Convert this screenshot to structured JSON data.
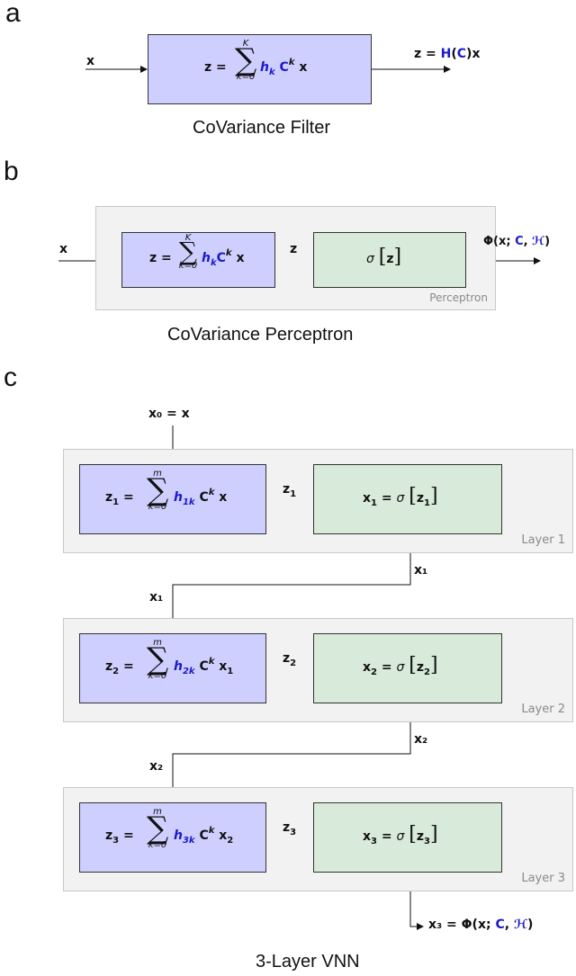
{
  "panels": {
    "a": {
      "letter": "a",
      "input": "x",
      "filter_eq": {
        "lhs": "z =",
        "sum_upper": "K",
        "sum_lower": "k=0",
        "coef": "h",
        "coef_sub": "k",
        "op": "C",
        "op_sup": "k",
        "var": "x"
      },
      "output": {
        "lhs": "z =",
        "H": "H",
        "C": "C",
        "x": "x"
      },
      "caption": "CoVariance Filter"
    },
    "b": {
      "letter": "b",
      "input": "x",
      "filter_eq": {
        "lhs": "z =",
        "sum_upper": "K",
        "sum_lower": "k=0",
        "coef": "h",
        "coef_sub": "k",
        "op": "C",
        "op_sup": "k",
        "var": "x"
      },
      "mid_signal": "z",
      "activation": {
        "sigma": "σ",
        "arg": "z"
      },
      "output": {
        "phi": "Φ(x;",
        "C": "C",
        "H": "ℋ",
        "close": ")"
      },
      "box_label": "Perceptron",
      "caption": "CoVariance Perceptron"
    },
    "c": {
      "letter": "c",
      "input": "x₀ = x",
      "layers": [
        {
          "label": "Layer 1",
          "z": "z",
          "idx": "1",
          "sum_upper": "m",
          "sum_lower": "k=0",
          "coef_sub": "1k",
          "in_var": "x",
          "in_sub": "",
          "x_out": "x",
          "z_sig": "z"
        },
        {
          "label": "Layer 2",
          "z": "z",
          "idx": "2",
          "sum_upper": "m",
          "sum_lower": "k=0",
          "coef_sub": "2k",
          "in_var": "x",
          "in_sub": "1",
          "x_out": "x",
          "z_sig": "z"
        },
        {
          "label": "Layer 3",
          "z": "z",
          "idx": "3",
          "sum_upper": "m",
          "sum_lower": "k=0",
          "coef_sub": "3k",
          "in_var": "x",
          "in_sub": "2",
          "x_out": "x",
          "z_sig": "z"
        }
      ],
      "inter": [
        {
          "out_label": "x₁",
          "in_label": "x₁"
        },
        {
          "out_label": "x₂",
          "in_label": "x₂"
        }
      ],
      "output": {
        "lhs": "x₃ = Φ(x;",
        "C": "C",
        "H": "ℋ",
        "close": ")"
      },
      "caption": "3-Layer VNN"
    }
  },
  "colors": {
    "filter": "#cfcfff",
    "activation": "#d8ead9",
    "group": "#f2f2f2",
    "highlight": "#1a1acc"
  }
}
